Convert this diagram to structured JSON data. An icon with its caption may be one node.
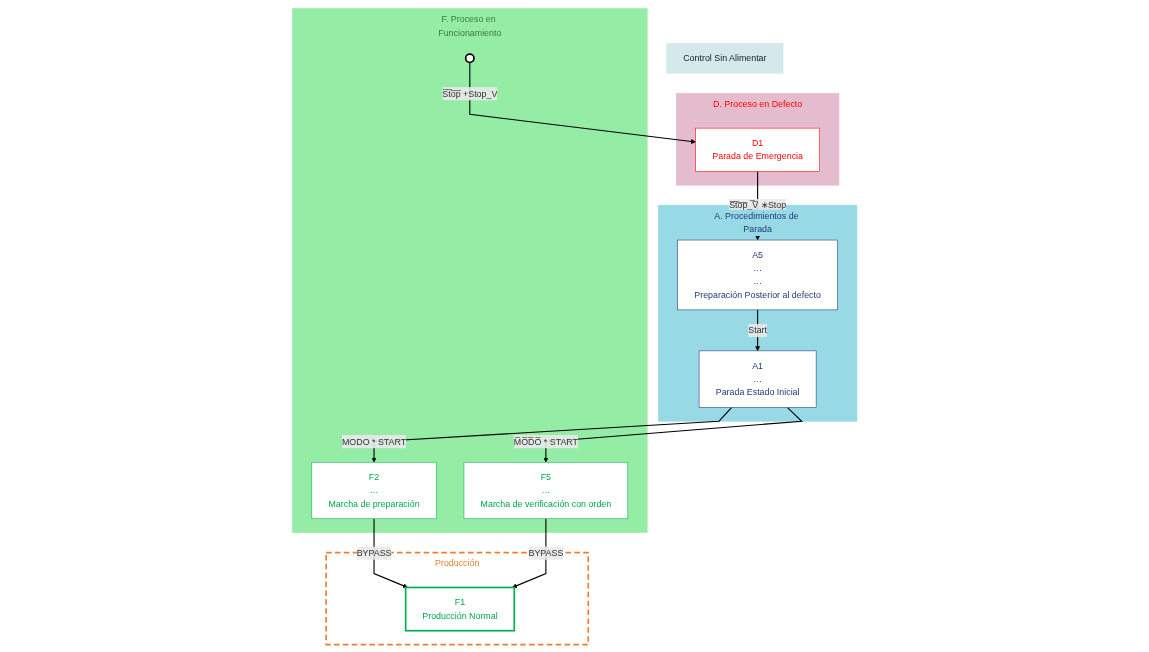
{
  "diagram": {
    "nodes": [
      {
        "text": [
          "Control Sin Alimentar"
        ]
      },
      {
        "text": [
          "A. Procedimientos de Parada"
        ]
      },
      {
        "text": [
          "A1",
          "…",
          "Parada Estado Inicial"
        ],
        "in": 1
      },
      {
        "text": [
          "F. Proceso en Funcionamiento"
        ]
      },
      {
        "text": [
          "F2",
          "…",
          "Marcha de preparación"
        ],
        "in": 3
      },
      {
        "text": [
          "Producción"
        ]
      },
      {
        "text": [
          "F5",
          "…",
          "Marcha de verificación con orden"
        ],
        "in": 3
      },
      {
        "text": [
          "F1",
          "Producción Normal"
        ],
        "in": 5
      },
      {
        "text": [
          "A5",
          "…",
          "…",
          "Preparación Posterior al defecto"
        ],
        "in": 1
      },
      {
        "text": [
          "D. Proceso en Defecto"
        ]
      },
      {
        "text": [
          "D1",
          "Parada de Emergencia"
        ],
        "in": 9
      },
      {
        "text": [],
        "shape": "circle",
        "in": 3
      }
    ],
    "edges": [
      {
        "from": 2,
        "to": 6,
        "arrow": "to",
        "label": "M̅O̅D̅O̅ * START"
      },
      {
        "from": 2,
        "to": 4,
        "arrow": "to",
        "label": "MODO * START"
      },
      {
        "from": 4,
        "to": 7,
        "arrow": "to",
        "label": "BYPASS"
      },
      {
        "from": 6,
        "to": 7,
        "arrow": "to",
        "label": "BYPASS"
      },
      {
        "from": 8,
        "to": 2,
        "arrow": "to",
        "label": "Start"
      },
      {
        "from": 10,
        "to": 8,
        "arrow": "to",
        "label": "S̅t̅o̅p̅_̅V̅ ∗Stop"
      },
      {
        "from": 11,
        "to": 10,
        "arrow": "to",
        "label": "S̅t̅o̅p̅ +Stop_V"
      }
    ]
  }
}
